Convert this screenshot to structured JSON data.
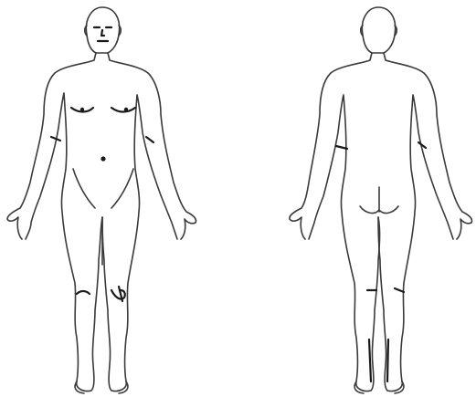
{
  "figures": [
    {
      "id": "front",
      "view": "anterior"
    },
    {
      "id": "back",
      "view": "posterior"
    }
  ],
  "colors": {
    "background": "#ffffff",
    "outline": "#3a3a3a",
    "detail": "#1a1a1a"
  }
}
